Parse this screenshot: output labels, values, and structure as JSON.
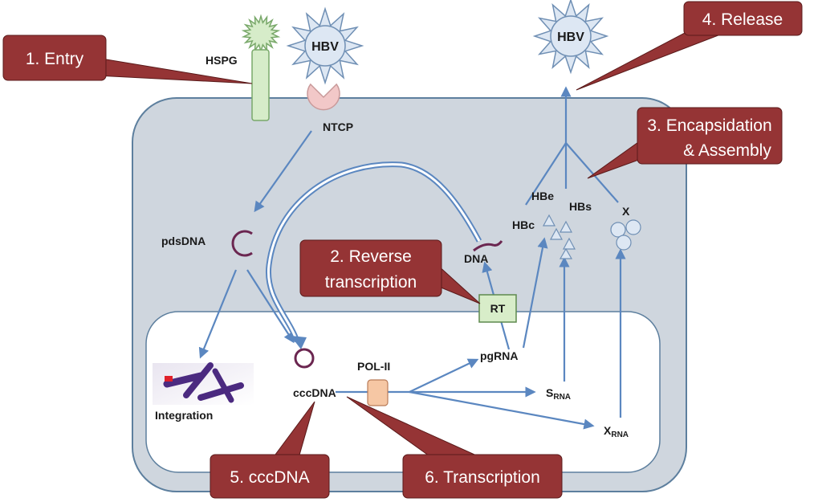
{
  "colors": {
    "cell_fill": "#cfd6de",
    "cell_stroke": "#5d7f9e",
    "nucleus_fill": "#ffffff",
    "arrow": "#5b87c0",
    "callout_fill": "#953435",
    "callout_stroke": "#5a1a1a",
    "virus_fill": "#dde7f3",
    "hspg_fill": "#d6ecc9",
    "ntcp_fill": "#f2c8c8",
    "polii_fill": "#f6c7a4",
    "rt_fill": "#d8edc9",
    "dna_strand": "#6b2650"
  },
  "callouts": {
    "entry": "1. Entry",
    "reverse_line1": "2. Reverse",
    "reverse_line2": "transcription",
    "encap_line1": "3. Encapsidation",
    "encap_line2": "& Assembly",
    "release": "4. Release",
    "cccdna": "5. cccDNA",
    "transcription": "6. Transcription"
  },
  "labels": {
    "hbv_entry": "HBV",
    "hbv_release": "HBV",
    "hspg": "HSPG",
    "ntcp": "NTCP",
    "pdsdna": "pdsDNA",
    "integration": "Integration",
    "cccdna": "cccDNA",
    "pol_ii": "POL-II",
    "pgrna": "pgRNA",
    "rt": "RT",
    "dna": "DNA",
    "hbe": "HBe",
    "hbc": "HBc",
    "hbs": "HBs",
    "x": "X",
    "s_rna_main": "S",
    "s_rna_sub": "RNA",
    "x_rna_main": "X",
    "x_rna_sub": "RNA"
  }
}
